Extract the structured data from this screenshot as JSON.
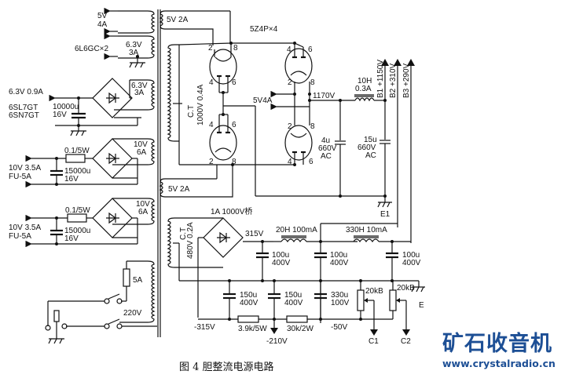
{
  "caption": "图 4   胆整流电源电路",
  "watermark": {
    "title": "矿石收音机",
    "url": "www.crystalradio.cn",
    "color": "#1d4f95"
  },
  "transformer": {
    "primary": "220V",
    "primary_fuse": "5A",
    "secondaries": {
      "s1": "5V",
      "s1b": "4A",
      "s2": "6.3V",
      "s2b": "3A",
      "s3": "6.3V",
      "s3b": "3A",
      "s4": "10V",
      "s4b": "6A",
      "s5": "10V",
      "s5b": "6A",
      "hv1_filament_top": "5V 2A",
      "hv1_filament_bottom": "5V 2A",
      "hv1_ct": "C.T",
      "hv1_rating": "1000V 0.4A",
      "hv2_ct": "C.T",
      "hv2_rating": "480V 0.2A"
    }
  },
  "left_outputs": {
    "o1_load": "6L6GC×2",
    "o2_label": "6.3V 0.9A",
    "o2_load1": "6SL7GT",
    "o2_load2": "6SN7GT",
    "o2_cap_value": "10000u",
    "o2_cap_voltage": "16V",
    "o3_resistor": "0.1/5W",
    "o3_label": "10V 3.5A",
    "o3_fuse": "FU-5A",
    "o3_cap_value": "15000u",
    "o3_cap_voltage": "16V",
    "o4_resistor": "0.1/5W",
    "o4_label": "10V 3.5A",
    "o4_fuse": "FU-5A",
    "o4_cap_value": "15000u",
    "o4_cap_voltage": "16V"
  },
  "hv_section": {
    "tubes": "5Z4P×4",
    "pins": {
      "p2": "2",
      "p4": "4",
      "p6": "6",
      "p8": "8"
    },
    "filament_out": "5V4A",
    "node_voltage": "1170V",
    "cap1_value": "4u",
    "cap1_voltage": "660V",
    "cap1_type": "AC",
    "choke_value": "10H",
    "choke_current": "0.3A",
    "cap2_value": "15u",
    "cap2_voltage": "660V",
    "cap2_type": "AC",
    "ground": "E1",
    "rails": [
      "B1 +1150V",
      "B2 +310V",
      "B3 +290V"
    ]
  },
  "bias_section": {
    "bridge": "1A 1000V桥",
    "node_315": "315V",
    "choke1": "20H 100mA",
    "choke2": "330H 10mA",
    "caps_top": [
      {
        "value": "100u",
        "voltage": "400V"
      },
      {
        "value": "100u",
        "voltage": "400V"
      },
      {
        "value": "100u",
        "voltage": "400V"
      }
    ],
    "caps_bottom": [
      {
        "value": "150u",
        "voltage": "400V"
      },
      {
        "value": "150u",
        "voltage": "400V"
      },
      {
        "value": "330u",
        "voltage": "100V"
      }
    ],
    "res1": "3.9k/5W",
    "res2": "30k/2W",
    "v_neg315": "-315V",
    "v_neg210": "-210V",
    "v_neg50": "-50V",
    "pot1": "20kB",
    "pot2": "20kB",
    "out_c1": "C1",
    "out_c2": "C2",
    "ground_e": "E"
  }
}
